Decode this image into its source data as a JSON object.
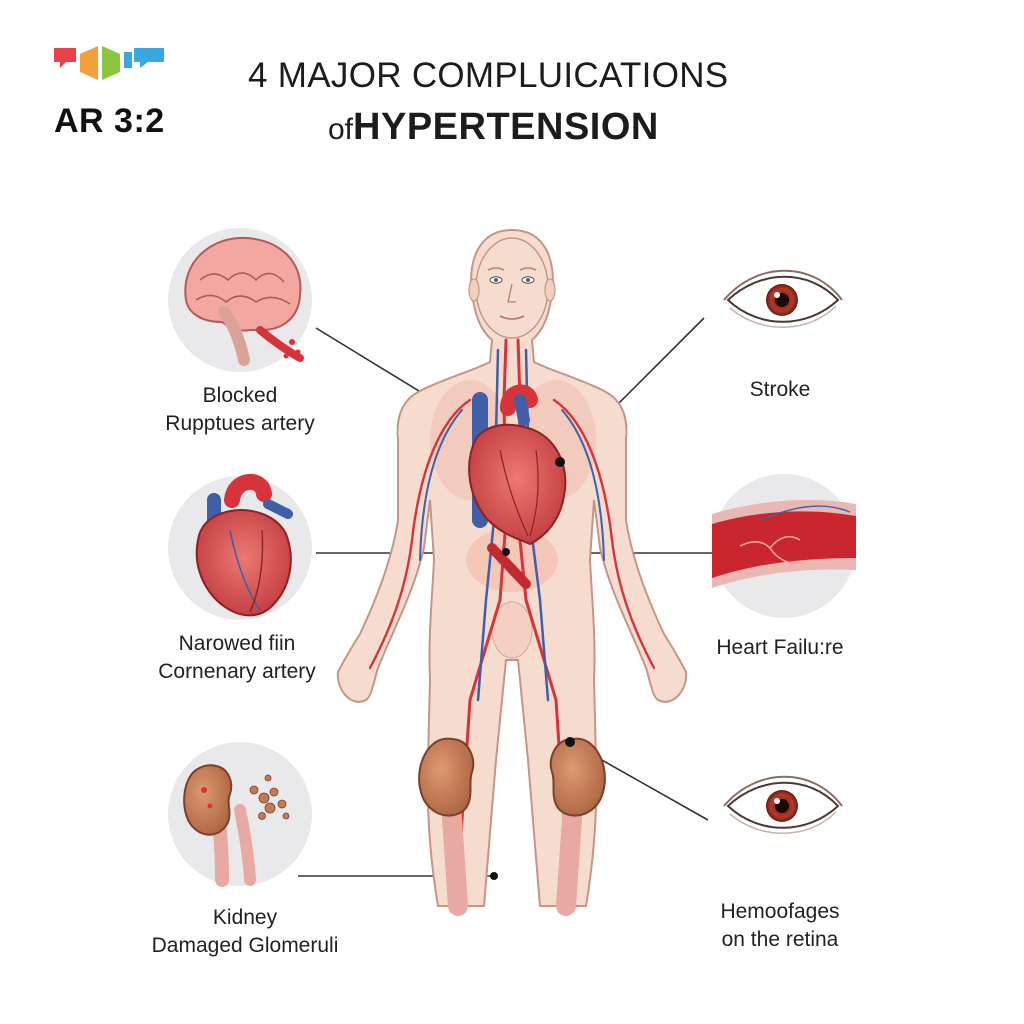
{
  "logo": {
    "text": "AR 3:2",
    "colors": [
      "#e8434b",
      "#f2a03a",
      "#8cc63f",
      "#3aa8e0"
    ]
  },
  "title": {
    "line1": "4 MAJOR COMPLUICATIONS",
    "line2_prefix": "of",
    "line2_main": "HYPERTENSION"
  },
  "labels": {
    "left_top_1": "Blocked",
    "left_top_2": "Rupptues artery",
    "left_mid_1": "Narowed fiin",
    "left_mid_2": "Cornenary artery",
    "left_bot_1": "Kidney",
    "left_bot_2": "Damaged Glomeruli",
    "right_top_1": "Stroke",
    "right_mid_1": "Heart Failu:re",
    "right_bot_1": "Hemoofages",
    "right_bot_2": "on the retina"
  },
  "icons": {
    "left_top": "brain-icon",
    "left_mid": "heart-icon",
    "left_bot": "kidney-icon",
    "right_top": "eye-icon",
    "right_mid": "artery-icon",
    "right_bot": "eye-icon",
    "center": "human-body-icon"
  },
  "colors": {
    "skin": "#f5d9cc",
    "skin_outline": "#c9998a",
    "artery_red": "#d6343a",
    "vein_blue": "#3f5fa8",
    "heart": "#d94b4b",
    "kidney": "#c9805a",
    "circle_bg": "#e9e9eb",
    "connector": "#333333"
  }
}
